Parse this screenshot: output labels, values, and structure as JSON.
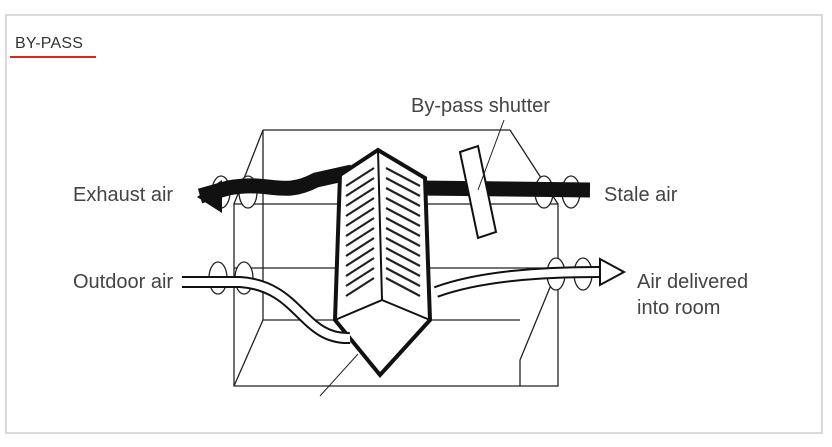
{
  "heading": {
    "text": "BY-PASS",
    "underline_color": "#e2231a"
  },
  "labels": {
    "shutter": "By-pass shutter",
    "exhaust": "Exhaust air",
    "stale": "Stale air",
    "outdoor": "Outdoor air",
    "delivered_line1": "Air delivered",
    "delivered_line2": "into room"
  },
  "colors": {
    "text": "#444444",
    "ink": "#111111",
    "frame": "#d9d9d9"
  }
}
